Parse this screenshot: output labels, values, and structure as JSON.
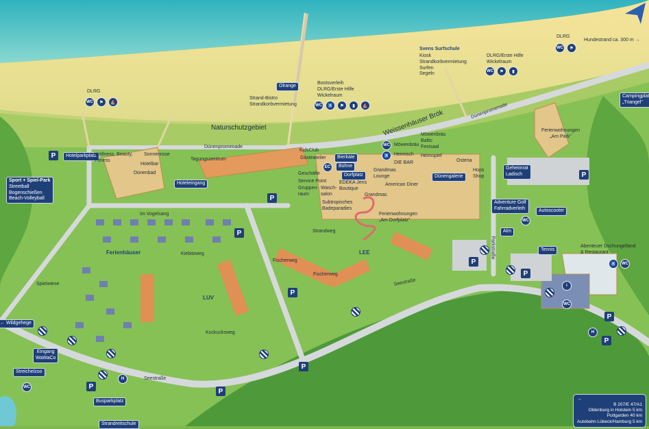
{
  "beach": {
    "dlrg_west": "DLRG",
    "dlrg_east": "DLRG",
    "ostrand": "Olrange",
    "bistro": [
      "Strand-Bistro",
      "Strandkorbvermietung"
    ],
    "bootsverleih": [
      "Bootsverleih",
      "DLRG/Erste Hilfe",
      "Wickelraum"
    ],
    "surfschule_title": "Svens Surfschule",
    "surfschule": [
      "Kiosk",
      "Strandkorbvermietung",
      "Surfen",
      "Segeln"
    ],
    "dlrg_mid": [
      "DLRG/Erste Hilfe",
      "Wickelraum"
    ],
    "hundestrand": "Hundestrand ca. 300 m →"
  },
  "areas": {
    "naturschutz": "Naturschutzgebiet",
    "brok": "Weissenhäuser Brök",
    "duenenpromenade": "Dünenpromenade",
    "camping": [
      "Campingplatz",
      "„Triangel\""
    ],
    "am_park": [
      "Ferienwohnungen",
      "„Am Park\""
    ],
    "hotelparkplatz": "Hotelparkplatz",
    "sport_title": "Sport + Spiel-Park",
    "sport": [
      "Streetball",
      "Bogenschießen",
      "Beach-Volleyball"
    ],
    "wellness": [
      "Wellness, Beauty,",
      "Fitness"
    ],
    "sonnenrose": "Sonnenrose",
    "hotelbar": "Hotelbar",
    "duenenbad": "Dünenbad",
    "tagung": "Tagungszentrum",
    "hoteleingang": "Hoteleingang",
    "kidsclub": "KidsClub",
    "gaesteatelier": "Gästeatelier",
    "bierkate": "Bierkate",
    "buehne": "Bühne",
    "dorfplatz": "Dorfplatz",
    "geschaefte": "Geschäfte",
    "servicepoint": "Service Point",
    "gruppenraum": [
      "Gruppen-",
      "raum"
    ],
    "waschsalon": [
      "Wasch-",
      "salon"
    ],
    "edeka": [
      "EDEKA Jens",
      "Boutique"
    ],
    "grandmas_lounge": [
      "Grandmas",
      "Lounge"
    ],
    "grandmas": "Grandmas",
    "american": "American Diner",
    "badeparadies": [
      "Subtropisches",
      "Badeparadies"
    ],
    "am_dorfplatz": [
      "Ferienwohnungen",
      "„Am Dorfplatz\""
    ],
    "moewenbraeu": "Möwenbräu",
    "heimisch": "Heimisch",
    "diebar": "DIE BAR",
    "festsaal": [
      "Möwenbräu",
      "Baltic",
      "Festsaal"
    ],
    "heimspiel": "Heimspiel",
    "osteria": "Osteria",
    "duenengalerie": "Dünengalerie",
    "hops": [
      "Hops",
      "Shop"
    ],
    "geheimrat": [
      "Geheimrat",
      "Ladisch"
    ],
    "adventure": [
      "Adventure Golf",
      "Fahrradverleih"
    ],
    "autoscooter": "Autoscooter",
    "alm": "Alm",
    "tennis": "Tennis",
    "dschungel": [
      "Abenteuer Dschungelland",
      "& Restaurant"
    ],
    "vogelsang": "Im Vogelsang",
    "ferienhaeuser": "Ferienhäuser",
    "kiebitzweg": "Kiebitzweg",
    "luv": "LUV",
    "lee": "LEE",
    "strandweg": "Strandweg",
    "fischerweg": "Fischerweg",
    "kuckucksweg": "Kuckucksweg",
    "seestrasse": "Seestraße",
    "parkstrasse": "Parkstraße",
    "busparkplatz": "Busparkplatz",
    "strandreitschule": "Strandreitschule",
    "eingang": [
      "Eingang",
      "WaWaCo"
    ],
    "streichelzoo": "Streichelzoo",
    "wildgehege": "← Wildgehege",
    "spielwiese": "Spielwiese"
  },
  "directions": {
    "arrow": "→",
    "lines": [
      "B 207/E 47/A1",
      "Oldenburg in Holstein 5 km",
      "Puttgarden 40 km",
      "Autobahn Lübeck/Hamburg 5 km"
    ]
  },
  "icons": {
    "wc": "WC",
    "info": "i",
    "parking": "P",
    "bus": "H",
    "ec": "EC"
  },
  "colors": {
    "sea": "#4cc3c9",
    "beach": "#f0dc8e",
    "grass": "#84bf52",
    "road": "#d7dbdc",
    "badge": "#1f3f78"
  }
}
